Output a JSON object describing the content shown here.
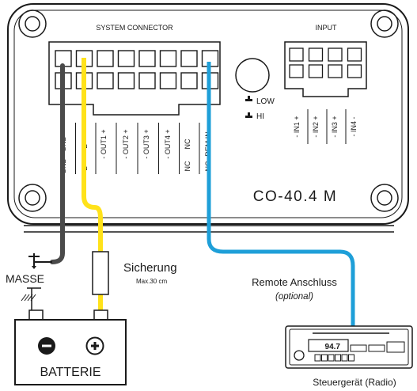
{
  "amp": {
    "system_connector_label": "SYSTEM CONNECTOR",
    "input_label": "INPUT",
    "model": "CO-40.4 M",
    "switch": {
      "low": "LOW",
      "hi": "HI"
    },
    "pins_top": [
      "GND",
      "B+",
      "- OUT1 +",
      "- OUT2 +",
      "- OUT3 +",
      "- OUT4 +",
      "NC",
      "REM IN"
    ],
    "pins_bottom": [
      "GND",
      "B+",
      "NC",
      "NC"
    ],
    "inputs": [
      "- IN1 +",
      "- IN2 +",
      "- IN3 +",
      "- IN4 -"
    ]
  },
  "fuse": {
    "label": "Sicherung",
    "note": "Max.30 cm"
  },
  "ground": {
    "label": "MASSE"
  },
  "battery": {
    "label": "BATTERIE",
    "minus": "−",
    "plus": "+"
  },
  "remote": {
    "label": "Remote Anschluss",
    "note": "(optional)"
  },
  "radio": {
    "label": "Steuergerät (Radio)",
    "display": "94.7"
  },
  "colors": {
    "gnd_wire": "#4a4a4a",
    "bplus_wire": "#ffe21a",
    "remote_wire": "#1e9fd8",
    "outline": "#1a1a1a"
  }
}
